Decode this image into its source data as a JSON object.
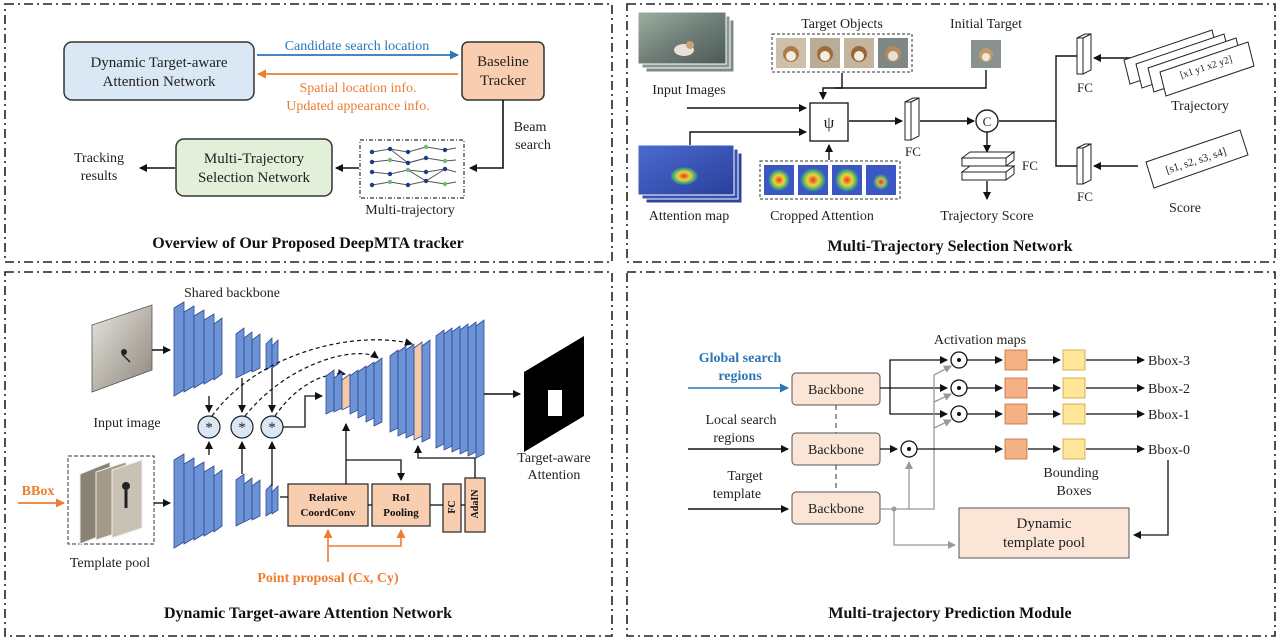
{
  "panels": {
    "overview": {
      "caption": "Overview of Our Proposed DeepMTA tracker",
      "dtan_line1": "Dynamic Target-aware",
      "dtan_line2": "Attention Network",
      "tracker_line1": "Baseline",
      "tracker_line2": "Tracker",
      "candidate": "Candidate search location",
      "spatial": "Spatial location info.",
      "updated": "Updated appearance info.",
      "beam1": "Beam",
      "beam2": "search",
      "mtsn_line1": "Multi-Trajectory",
      "mtsn_line2": "Selection Network",
      "tracking1": "Tracking",
      "tracking2": "results",
      "multi_traj": "Multi-trajectory"
    },
    "selection": {
      "caption": "Multi-Trajectory Selection Network",
      "target_objects": "Target Objects",
      "initial_target": "Initial Target",
      "input_images": "Input Images",
      "attention_map": "Attention map",
      "cropped_attention": "Cropped Attention",
      "psi": "ψ",
      "concat": "C",
      "fc": "FC",
      "trajectory_score": "Trajectory Score",
      "trajectory": "Trajectory",
      "traj_vec": "[x1 y1 x2 y2]",
      "score": "Score",
      "score_vec": "[s1, s2, s3, s4]"
    },
    "attention": {
      "caption": "Dynamic Target-aware Attention Network",
      "shared_backbone": "Shared backbone",
      "input_image": "Input image",
      "bbox": "BBox",
      "template_pool": "Template pool",
      "relative1": "Relative",
      "relative2": "CoordConv",
      "roi1": "RoI",
      "roi2": "Pooling",
      "fc": "FC",
      "adain": "AdaIN",
      "point_proposal": "Point proposal (Cx, Cy)",
      "target_aware1": "Target-aware",
      "target_aware2": "Attention",
      "conv": "*"
    },
    "prediction": {
      "caption": "Multi-trajectory Prediction Module",
      "activation_maps": "Activation maps",
      "global1": "Global search",
      "global2": "regions",
      "local1": "Local search",
      "local2": "regions",
      "target1": "Target",
      "target2": "template",
      "backbone": "Backbone",
      "bbox3": "Bbox-3",
      "bbox2": "Bbox-2",
      "bbox1": "Bbox-1",
      "bbox0": "Bbox-0",
      "bounding1": "Bounding",
      "bounding2": "Boxes",
      "dyn1": "Dynamic",
      "dyn2": "template pool"
    }
  },
  "colors": {
    "blue_box": "#dae8f5",
    "orange_box": "#f8cdb0",
    "green_box": "#e2efd9",
    "blue_text": "#2e75b6",
    "orange_text": "#ed7d31",
    "layer_blue": "#6d93d6",
    "activation_orange": "#f4b183",
    "activation_yellow": "#ffe699",
    "backbone_fill": "#fbe5d6"
  }
}
